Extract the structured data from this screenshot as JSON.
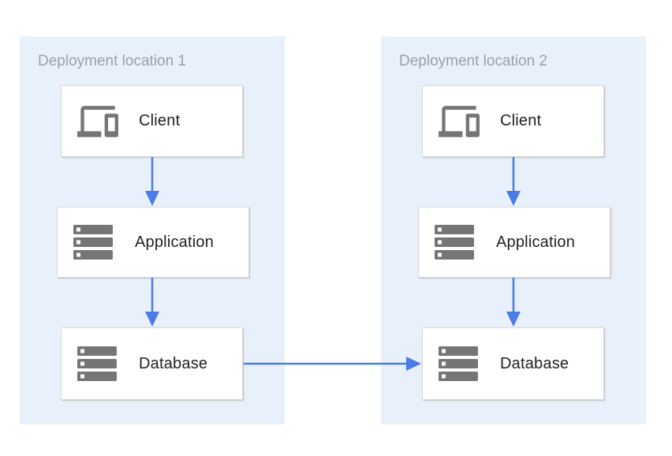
{
  "colors": {
    "panel_bg": "#E8F1FB",
    "box_bg": "#FFFFFF",
    "box_border": "#D8D8D8",
    "arrow_blue": "#4A7BE9",
    "icon_gray": "#757575",
    "title_gray": "#9AA0A6",
    "label_text": "#212121"
  },
  "diagram": {
    "type": "architecture-diagram",
    "groups": [
      {
        "id": "deployment-location-1",
        "title": "Deployment location 1",
        "nodes": [
          {
            "id": "client-1",
            "label": "Client",
            "icon": "devices-icon"
          },
          {
            "id": "application-1",
            "label": "Application",
            "icon": "storage-icon"
          },
          {
            "id": "database-1",
            "label": "Database",
            "icon": "storage-icon"
          }
        ]
      },
      {
        "id": "deployment-location-2",
        "title": "Deployment location 2",
        "nodes": [
          {
            "id": "client-2",
            "label": "Client",
            "icon": "devices-icon"
          },
          {
            "id": "application-2",
            "label": "Application",
            "icon": "storage-icon"
          },
          {
            "id": "database-2",
            "label": "Database",
            "icon": "storage-icon"
          }
        ]
      }
    ],
    "edges": [
      {
        "from": "client-1",
        "to": "application-1",
        "direction": "down"
      },
      {
        "from": "application-1",
        "to": "database-1",
        "direction": "down"
      },
      {
        "from": "client-2",
        "to": "application-2",
        "direction": "down"
      },
      {
        "from": "application-2",
        "to": "database-2",
        "direction": "down"
      },
      {
        "from": "database-1",
        "to": "database-2",
        "direction": "right"
      }
    ]
  }
}
